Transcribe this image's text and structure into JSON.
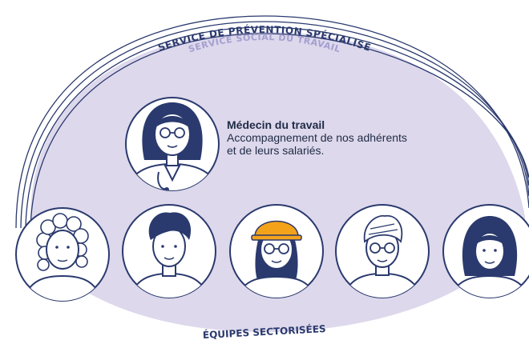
{
  "arcs": {
    "outer_label": "SERVICE DE PRÉVENTION SPÉCIALISÉ",
    "inner_label": "SERVICE SOCIAL DU TRAVAIL"
  },
  "doctor": {
    "role": "Médecin du travail",
    "description_line1": "Accompagnement de nos adhérents",
    "description_line2": "et de leurs salariés."
  },
  "bottom_label": "ÉQUIPES SECTORISÉES",
  "team_members": [
    {
      "icon": "curly-hair-person-icon"
    },
    {
      "icon": "wavy-hair-man-icon"
    },
    {
      "icon": "hard-hat-worker-icon"
    },
    {
      "icon": "grey-hair-glasses-man-icon"
    },
    {
      "icon": "bob-hair-woman-icon"
    }
  ],
  "colors": {
    "navy": "#2b3a6e",
    "lavender_fill": "#ddd8ec",
    "lavender_text": "#a49fcf",
    "arc_line": "#2b3a6e",
    "helmet_orange": "#f5a21b",
    "white": "#ffffff"
  }
}
